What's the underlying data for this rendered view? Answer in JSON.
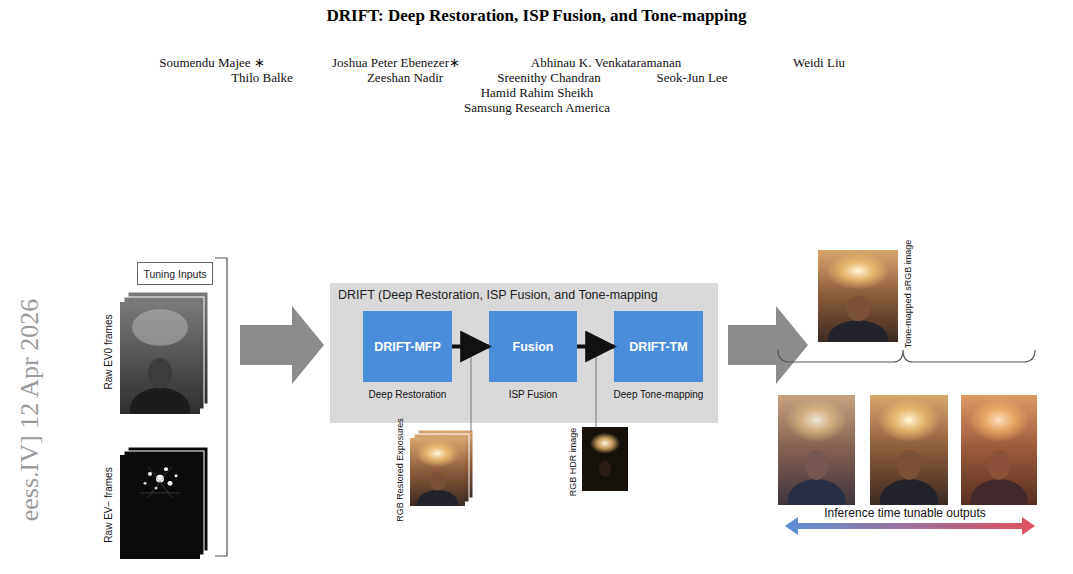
{
  "diagram": {
    "title": "DRIFT: Deep Restoration, ISP Fusion, and Tone-mapping",
    "nodes": [
      {
        "text": [
          "Tuning Inputs"
        ]
      },
      {
        "text": [
          "DRIFT (Deep Restoration, ISP Fusion, and Tone-mapping"
        ]
      },
      {
        "text": [
          "DRIFT-MFP",
          "Deep Restoration"
        ],
        "in": 1
      },
      {
        "text": [
          "Fusion",
          "ISP Fusion"
        ],
        "in": 1
      },
      {
        "text": [
          "DRIFT-TM",
          "Deep Tone-mapping"
        ],
        "in": 1
      }
    ],
    "edges": [
      {
        "from": 2,
        "to": 3,
        "arrow": "to"
      },
      {
        "from": 3,
        "to": 4,
        "arrow": "to"
      }
    ],
    "labels": [
      "Soumendu Majee ∗",
      "Joshua Peter Ebenezer∗",
      "Abhinau K. Venkataramanan",
      "Weidi Liu",
      "Thilo Balke",
      "Zeeshan Nadir",
      "Sreenithy Chandran",
      "Seok-Jun Lee",
      "Hamid Rahim Sheikh",
      "Samsung Research America",
      "eess.IV] 12 Apr 2026",
      "Raw EV0 frames",
      "Raw EV− frames",
      "RGB Restored Exposures",
      "RGB HDR image",
      "Tone-mapped sRGB image",
      "Inference time tunable outputs"
    ]
  }
}
